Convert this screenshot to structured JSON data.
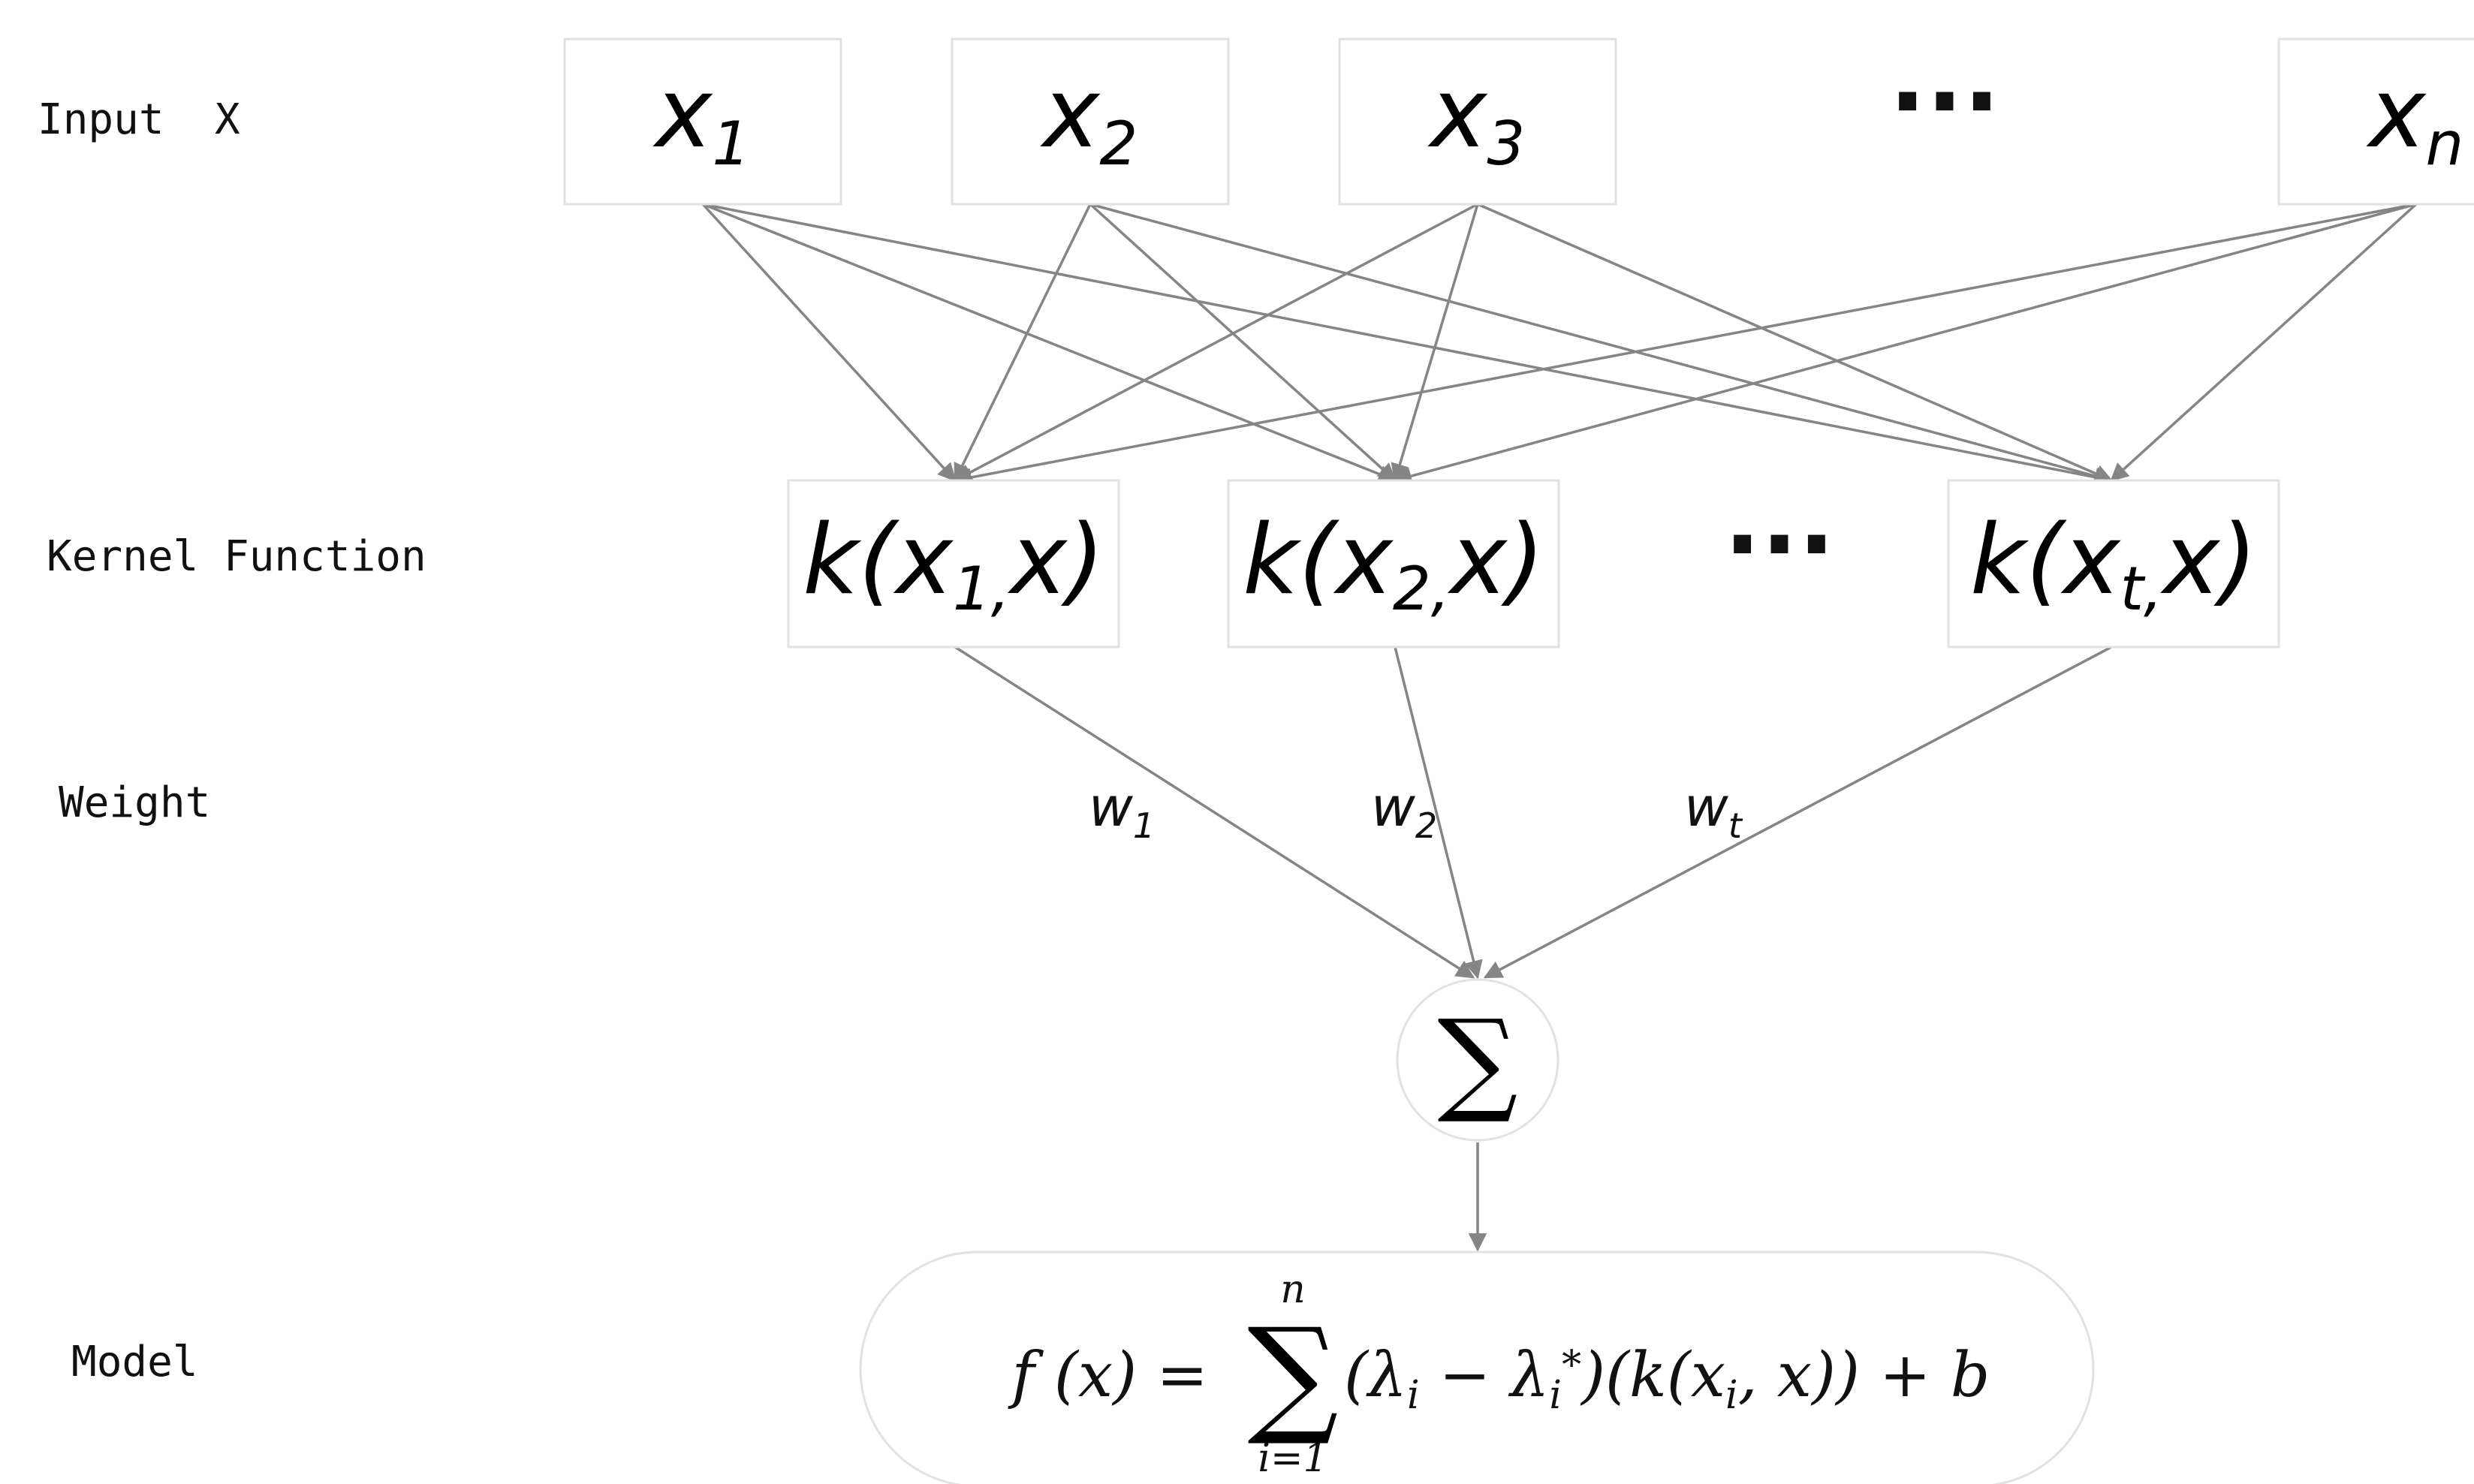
{
  "row_labels": {
    "input": "Input  X",
    "kernel": "Kernel Function",
    "weight": "Weight",
    "model": "Model"
  },
  "inputs": [
    {
      "base": "x",
      "sub": "1"
    },
    {
      "base": "x",
      "sub": "2"
    },
    {
      "base": "x",
      "sub": "3"
    },
    {
      "base": "x",
      "sub": "n"
    }
  ],
  "input_ellipsis": "···",
  "kernels": [
    {
      "pre": "k(x",
      "sub": "1,",
      "post": "x)"
    },
    {
      "pre": "k(x",
      "sub": "2,",
      "post": "x)"
    },
    {
      "pre": "k(x",
      "sub": "t,",
      "post": "x)"
    }
  ],
  "kernel_ellipsis": "···",
  "weights": [
    {
      "base": "w",
      "sub": "1"
    },
    {
      "base": "w",
      "sub": "2"
    },
    {
      "base": "w",
      "sub": "t"
    }
  ],
  "sum_symbol": "∑",
  "formula": {
    "lhs": "f (x) = ",
    "sum_symbol": "∑",
    "upper": "n",
    "lower": "i=1",
    "term1": "(λ",
    "sub_i": "i",
    "minus": " − λ",
    "sub_i2": "i",
    "star": "*",
    "mid": ")(k(x",
    "sub_i3": "i",
    "tail": ", x)) + b"
  }
}
